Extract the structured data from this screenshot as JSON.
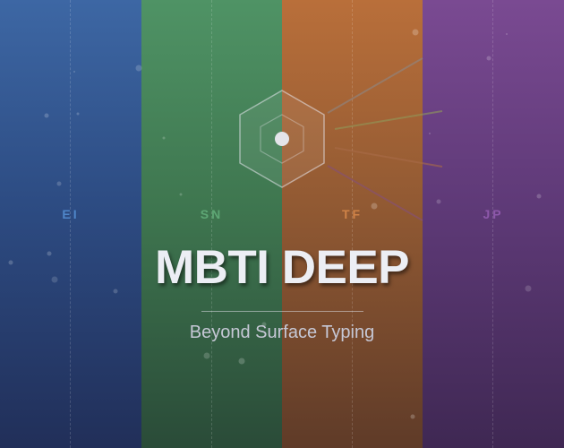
{
  "title": "MBTI DEEP",
  "subtitle": "Beyond Surface Typing",
  "dimensions": [
    {
      "key": "ei",
      "label": "EI",
      "color": "#4f86c9"
    },
    {
      "key": "sn",
      "label": "SN",
      "color": "#5ea775"
    },
    {
      "key": "tf",
      "label": "TF",
      "color": "#cf8247"
    },
    {
      "key": "jp",
      "label": "JP",
      "color": "#8d58aa"
    }
  ],
  "emblem_icon": "hexagon-icon"
}
